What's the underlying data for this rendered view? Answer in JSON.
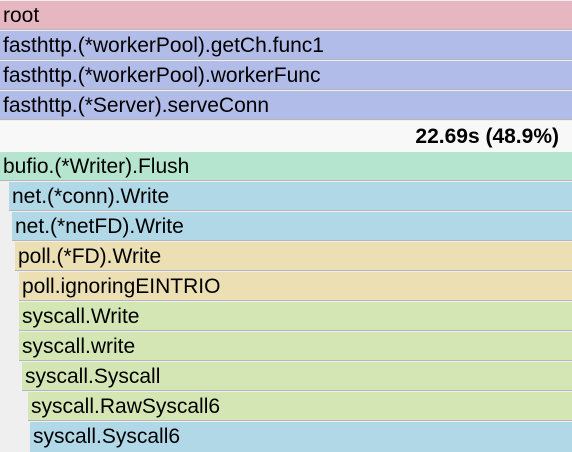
{
  "frames_top": [
    {
      "label": "root",
      "color": "pink"
    },
    {
      "label": "fasthttp.(*workerPool).getCh.func1",
      "color": "purple"
    },
    {
      "label": "fasthttp.(*workerPool).workerFunc",
      "color": "purple"
    },
    {
      "label": "fasthttp.(*Server).serveConn",
      "color": "purple"
    }
  ],
  "summary": {
    "value": "22.69s (48.9%)"
  },
  "frames_bottom": [
    {
      "label": "bufio.(*Writer).Flush",
      "color": "mint"
    },
    {
      "label": "net.(*conn).Write",
      "color": "blue"
    },
    {
      "label": "net.(*netFD).Write",
      "color": "blue"
    },
    {
      "label": "poll.(*FD).Write",
      "color": "tan"
    },
    {
      "label": "poll.ignoringEINTRIO",
      "color": "tan"
    },
    {
      "label": "syscall.Write",
      "color": "green"
    },
    {
      "label": "syscall.write",
      "color": "green"
    },
    {
      "label": "syscall.Syscall",
      "color": "green"
    },
    {
      "label": "syscall.RawSyscall6",
      "color": "green"
    },
    {
      "label": "syscall.Syscall6",
      "color": "blue"
    }
  ]
}
